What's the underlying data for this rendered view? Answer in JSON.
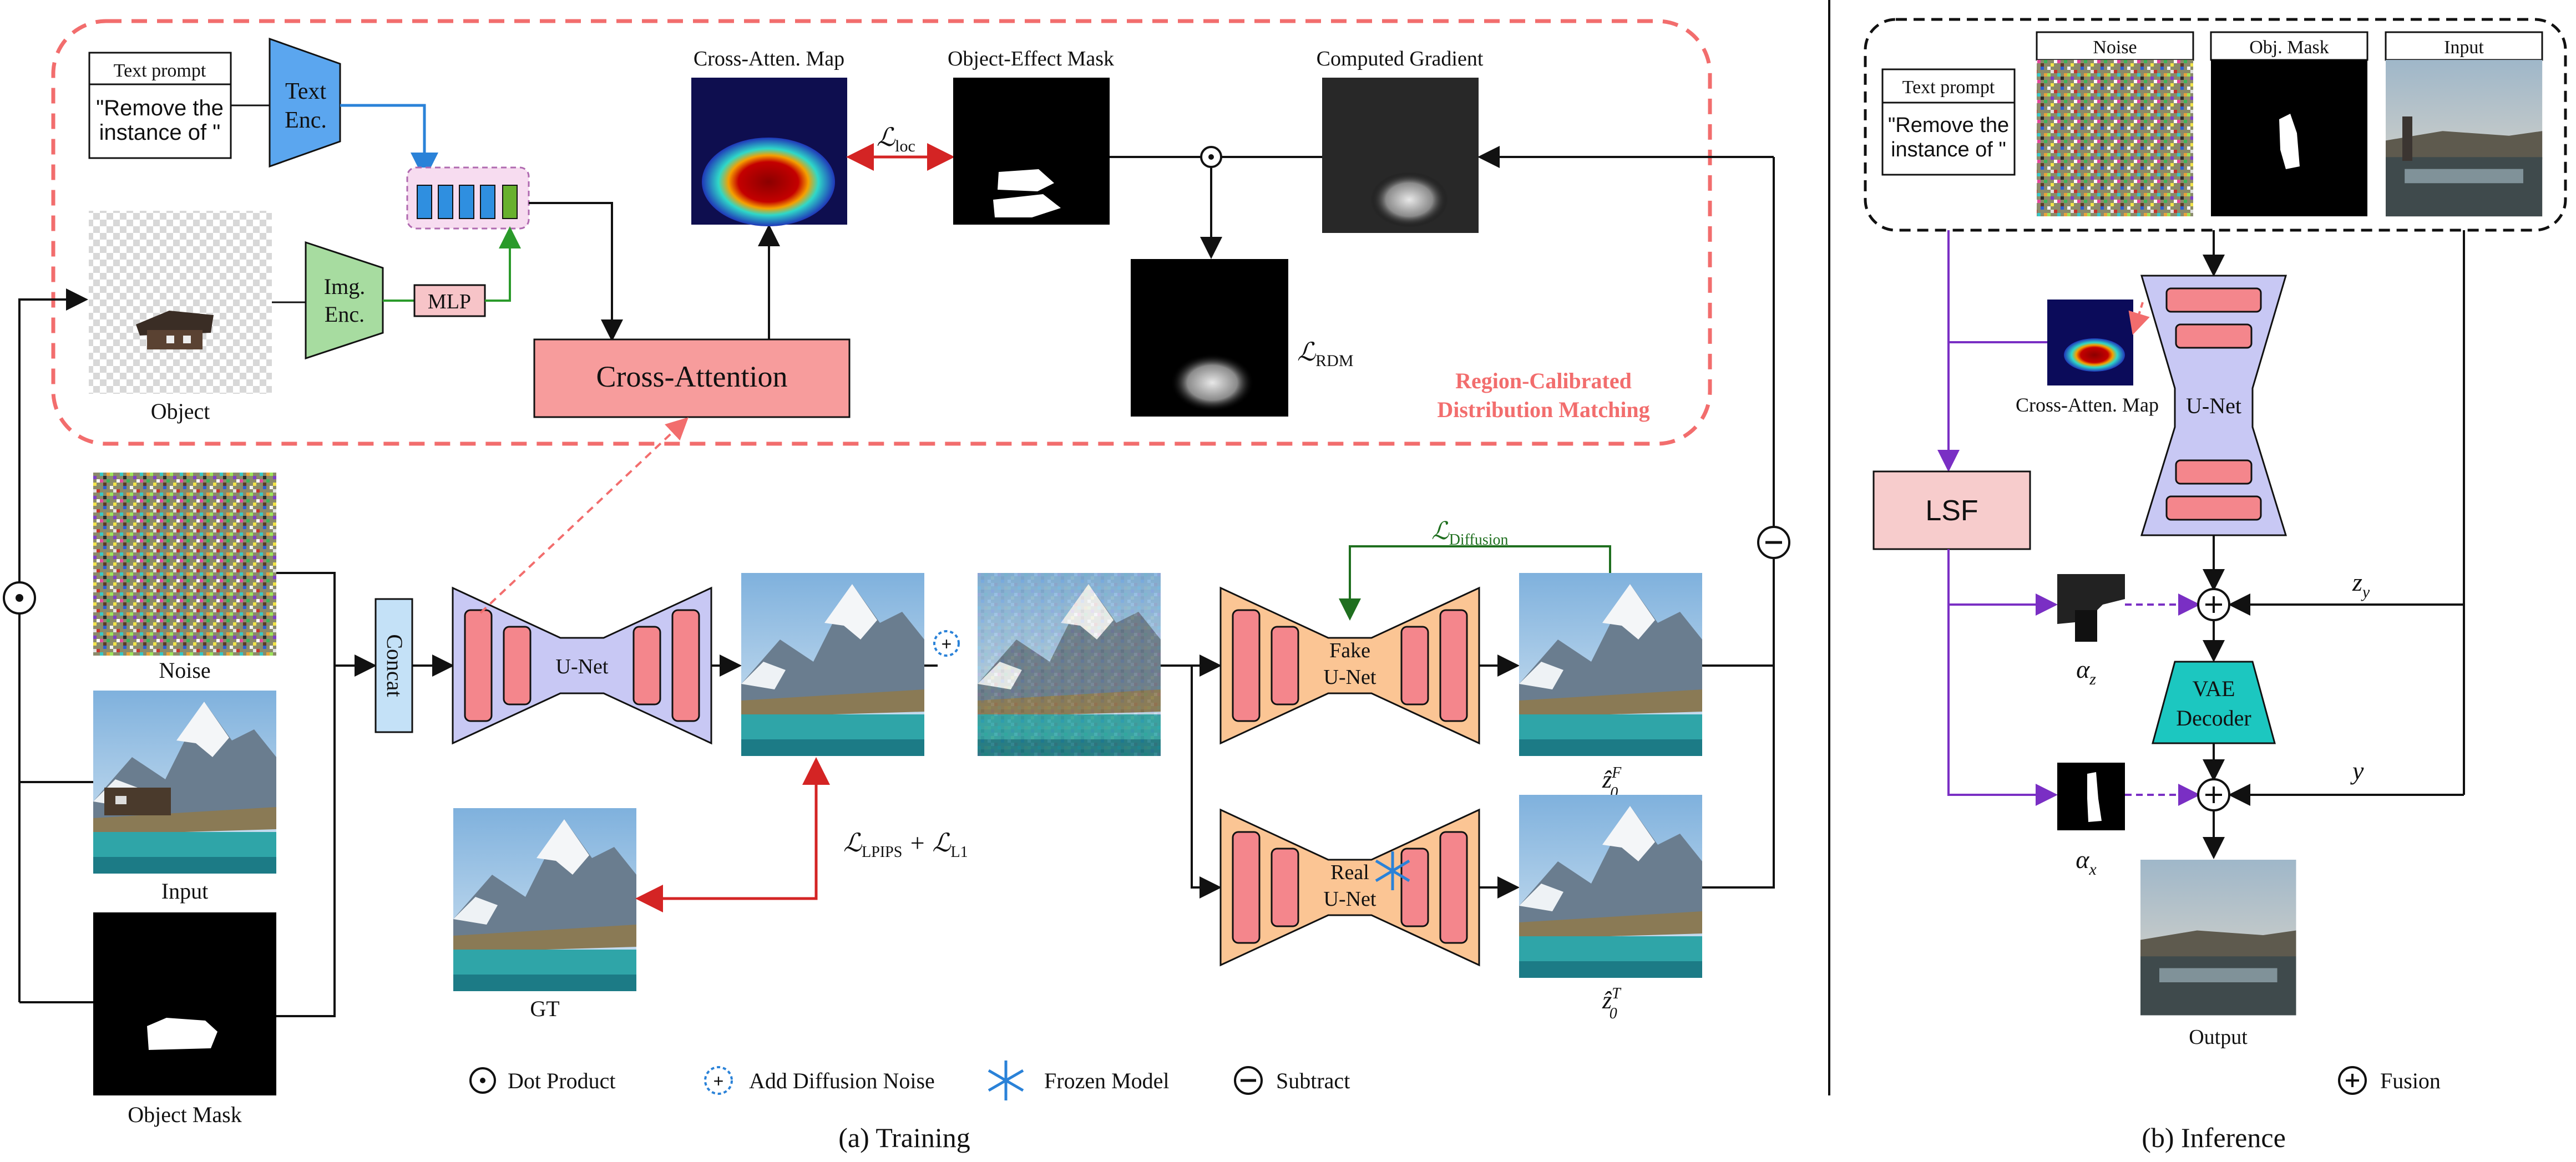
{
  "training": {
    "caption": "(a) Training",
    "text_prompt_header": "Text prompt",
    "text_prompt_line1": "\"Remove the",
    "text_prompt_line2": "instance of \"",
    "text_enc_line1": "Text",
    "text_enc_line2": "Enc.",
    "img_enc_line1": "Img.",
    "img_enc_line2": "Enc.",
    "mlp": "MLP",
    "object_label": "Object",
    "cross_attention": "Cross-Attention",
    "cross_atten_map_title": "Cross-Atten. Map",
    "object_effect_mask_title": "Object-Effect Mask",
    "computed_gradient_title": "Computed Gradient",
    "loss_loc": "ℒ",
    "loss_loc_sub": "loc",
    "loss_rdm": "ℒ",
    "loss_rdm_sub": "RDM",
    "rcdm_line1": "Region-Calibrated",
    "rcdm_line2": "Distribution Matching",
    "noise_label": "Noise",
    "input_label": "Input",
    "object_mask_label": "Object Mask",
    "concat": "Concat",
    "unet": "U-Net",
    "fake_unet_line1": "Fake",
    "fake_unet_line2": "U-Net",
    "real_unet_line1": "Real",
    "real_unet_line2": "U-Net",
    "gt_label": "GT",
    "loss_lpips": "ℒ",
    "loss_lpips_sub": "LPIPS",
    "loss_plus": " + ℒ",
    "loss_l1_sub": "L1",
    "loss_diffusion": "ℒ",
    "loss_diffusion_sub": "Diffusion",
    "z0f_label": "ẑ",
    "z0f_sub": "0",
    "z0f_sup": "F",
    "z0t_label": "ẑ",
    "z0t_sub": "0",
    "z0t_sup": "T"
  },
  "legend": {
    "dot_product": "Dot Product",
    "add_noise": "Add Diffusion Noise",
    "frozen_model": "Frozen Model",
    "subtract": "Subtract",
    "fusion": "Fusion"
  },
  "inference": {
    "caption": "(b) Inference",
    "text_prompt_header": "Text prompt",
    "text_prompt_line1": "\"Remove the",
    "text_prompt_line2": "instance of \"",
    "noise_title": "Noise",
    "obj_mask_title": "Obj. Mask",
    "input_title": "Input",
    "cross_atten_map": "Cross-Atten. Map",
    "unet": "U-Net",
    "lsf": "LSF",
    "vae_line1": "VAE",
    "vae_line2": "Decoder",
    "alpha_z": "α",
    "alpha_z_sub": "z",
    "alpha_x": "α",
    "alpha_x_sub": "x",
    "z_y": "z",
    "z_y_sub": "y",
    "y": "y",
    "output_label": "Output"
  },
  "colors": {
    "red_dashed": "#f26d6d",
    "text_enc_blue": "#5ba6ef",
    "img_enc_green": "#a7dca0",
    "mlp_pink": "#f7c4c8",
    "cross_attn": "#f79c9c",
    "unet_purple": "#c8c8f4",
    "fake_unet_orange": "#fbc594",
    "inner_rect": "#f4868c",
    "concat_blue": "#c4e1f7",
    "vae_teal": "#1cc7c0",
    "lsf_pink": "#f7cccc",
    "lpips_red": "#d42424",
    "diffusion_green": "#1f6f1f",
    "inference_purple": "#7a2fc4"
  }
}
